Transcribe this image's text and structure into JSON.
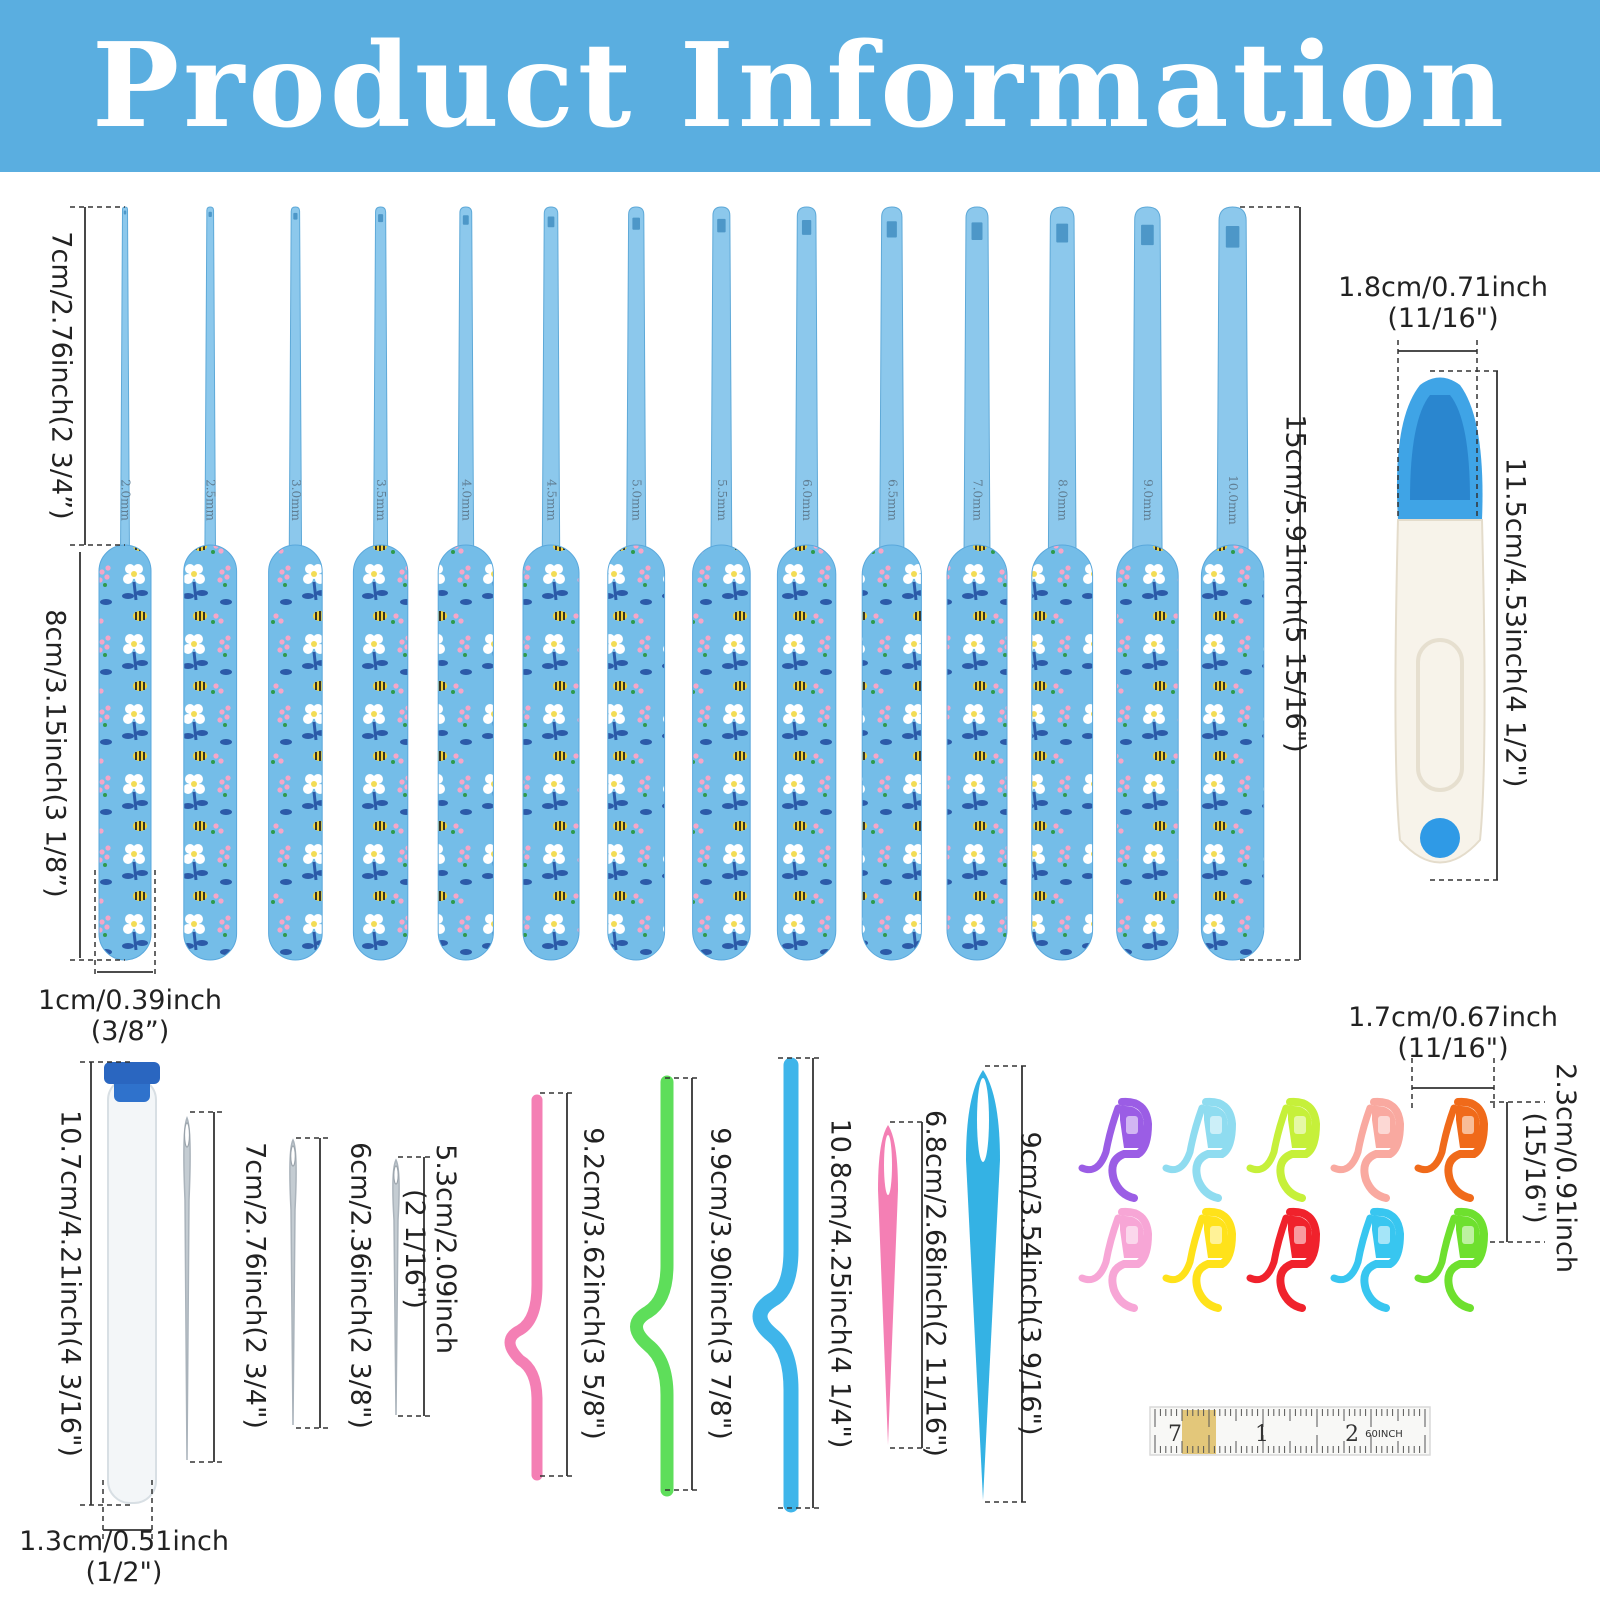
{
  "banner": {
    "title": "Product Information",
    "color": "#5aaee0"
  },
  "hooks": {
    "sizes": [
      "2.0mm",
      "2.5mm",
      "3.0mm",
      "3.5mm",
      "4.0mm",
      "4.5mm",
      "5.0mm",
      "5.5mm",
      "6.0mm",
      "6.5mm",
      "7.0mm",
      "8.0mm",
      "9.0mm",
      "10.0mm"
    ],
    "shaft_length": "7cm/2.76inch(2 3/4”)",
    "handle_length": "8cm/3.15inch(3 1/8”)",
    "handle_width_line1": "1cm/0.39inch",
    "handle_width_line2": "(3/8”)",
    "total_length": "15cm/5.91inch(5 15/16\")",
    "handle_color": "#74bde8",
    "shaft_color": "#8cc8ec"
  },
  "scissors": {
    "width_line1": "1.8cm/0.71inch",
    "width_line2": "(11/16\")",
    "length": "11.5cm/4.53inch(4 1/2\")"
  },
  "tube": {
    "length": "10.7cm/4.21inch(4 3/16\")",
    "width_line1": "1.3cm/0.51inch",
    "width_line2": "(1/2\")"
  },
  "needles": [
    {
      "label": "7cm/2.76inch(2 3/4\")"
    },
    {
      "label": "6cm/2.36inch(2 3/8\")"
    },
    {
      "label_line1": "5.3cm/2.09inch",
      "label_line2": "(2 1/16\")"
    }
  ],
  "cable_needles": [
    {
      "label": "9.2cm/3.62inch(3 5/8\")",
      "color": "#f47fb4"
    },
    {
      "label": "9.9cm/3.90inch(3 7/8\")",
      "color": "#5ede5a"
    },
    {
      "label": "10.8cm/4.25inch(4 1/4\")",
      "color": "#3fb5ea"
    }
  ],
  "plastic_needles": [
    {
      "label": "6.8cm/2.68inch(2 11/16\")",
      "color": "#f47fb4"
    },
    {
      "label": "9cm/3.54inch(3 9/16\")",
      "color": "#34b2e4"
    }
  ],
  "stitch_markers": {
    "width_line1": "1.7cm/0.67inch",
    "width_line2": "(11/16\")",
    "height_line1": "2.3cm/0.91inch",
    "height_line2": "(15/16\")",
    "colors": [
      "#9b5de5",
      "#8fdcf0",
      "#c6f03a",
      "#f9a9a0",
      "#f06a1a",
      "#f7a6d6",
      "#ffe21a",
      "#f0222c",
      "#38c6f0",
      "#6ee02e"
    ]
  },
  "tape_measure": {
    "marks": [
      "7",
      "1",
      "2"
    ],
    "unit": "60INCH"
  }
}
